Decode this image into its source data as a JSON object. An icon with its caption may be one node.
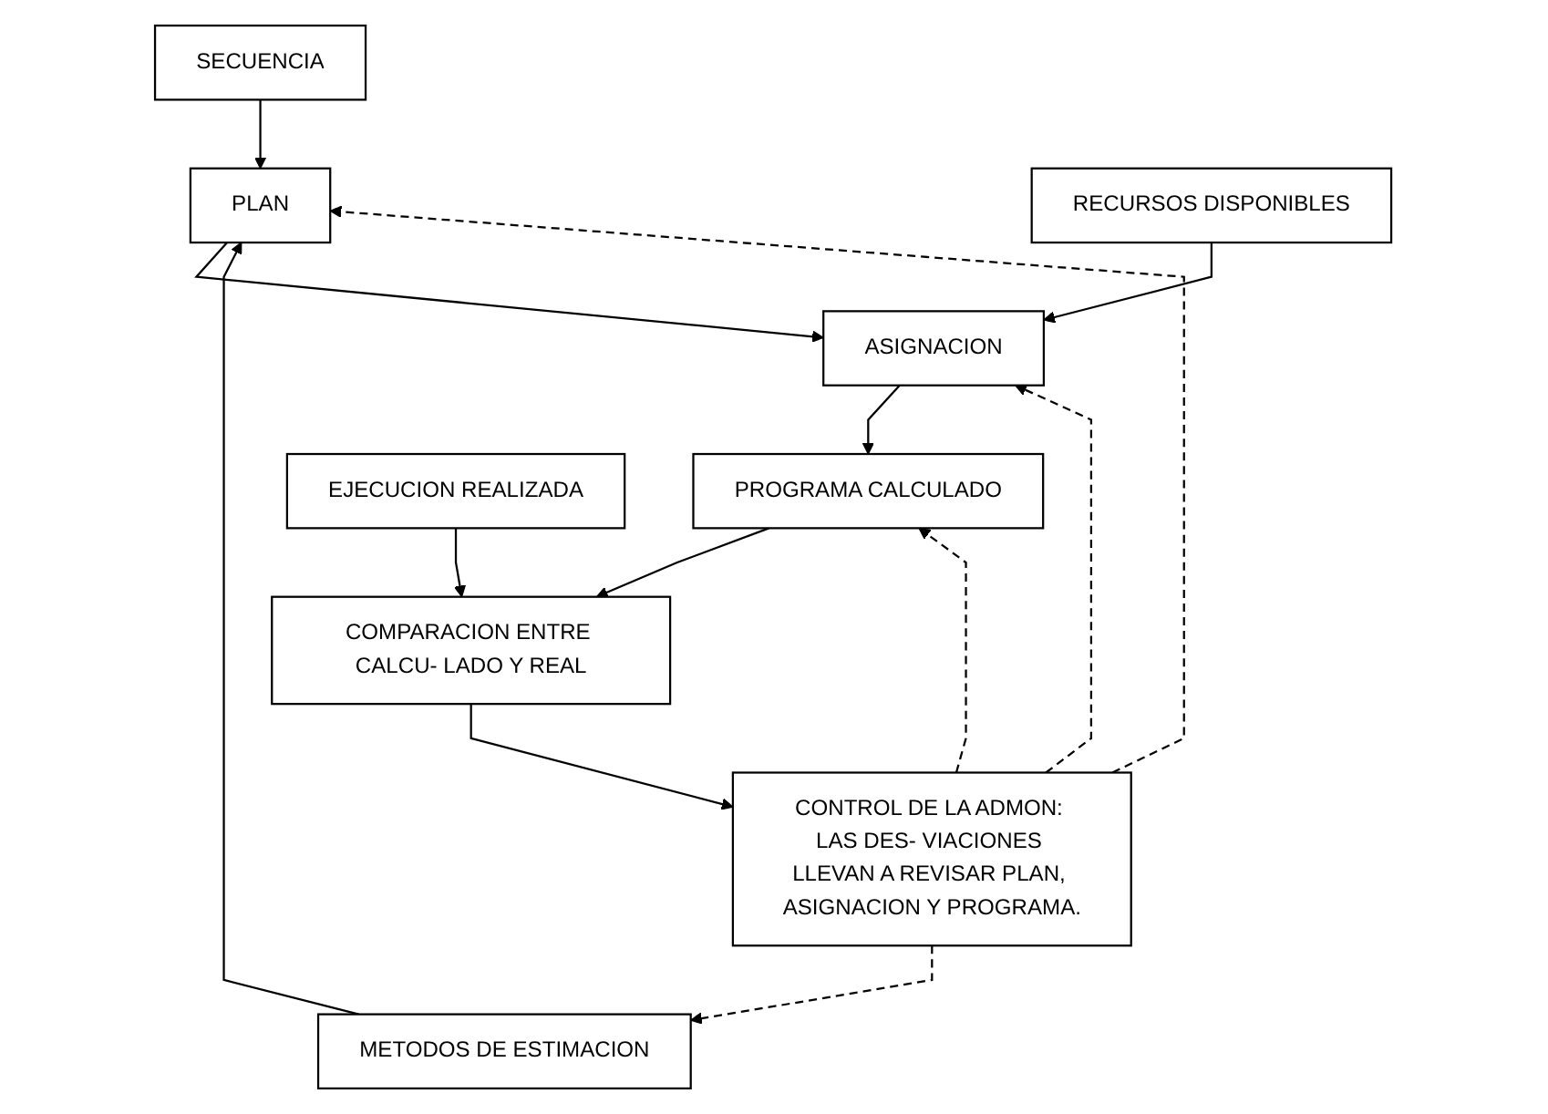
{
  "diagram": {
    "nodes": [
      {
        "text": [
          "METODOS DE ESTIMACION"
        ]
      },
      {
        "text": [
          "PLAN"
        ]
      },
      {
        "text": [
          "SECUENCIA"
        ]
      },
      {
        "text": [
          "ASIGNACION"
        ]
      },
      {
        "text": [
          "RECURSOS DISPONIBLES"
        ]
      },
      {
        "text": [
          "PROGRAMA CALCULADO"
        ]
      },
      {
        "text": [
          "COMPARACION ENTRE CALCU- LADO Y REAL"
        ]
      },
      {
        "text": [
          "EJECUCION REALIZADA"
        ]
      },
      {
        "text": [
          "CONTROL DE LA ADMON: LAS DES- VIACIONES LLEVAN A REVISAR PLAN, ASIGNACION Y PROGRAMA."
        ]
      }
    ],
    "edges": [
      {
        "from": 0,
        "to": 1,
        "arrow": "to"
      },
      {
        "from": 2,
        "to": 1,
        "arrow": "to"
      },
      {
        "from": 1,
        "to": 3,
        "arrow": "to"
      },
      {
        "from": 4,
        "to": 3,
        "arrow": "to"
      },
      {
        "from": 3,
        "to": 5,
        "arrow": "to"
      },
      {
        "from": 5,
        "to": 6,
        "arrow": "to"
      },
      {
        "from": 7,
        "to": 6,
        "arrow": "to"
      },
      {
        "from": 6,
        "to": 8,
        "arrow": "to"
      },
      {
        "from": 8,
        "to": 0,
        "arrow": "to",
        "style": "dashed"
      },
      {
        "from": 8,
        "to": 1,
        "arrow": "to",
        "style": "dashed"
      },
      {
        "from": 8,
        "to": 3,
        "arrow": "to",
        "style": "dashed"
      },
      {
        "from": 8,
        "to": 5,
        "arrow": "to",
        "style": "dashed"
      }
    ]
  }
}
